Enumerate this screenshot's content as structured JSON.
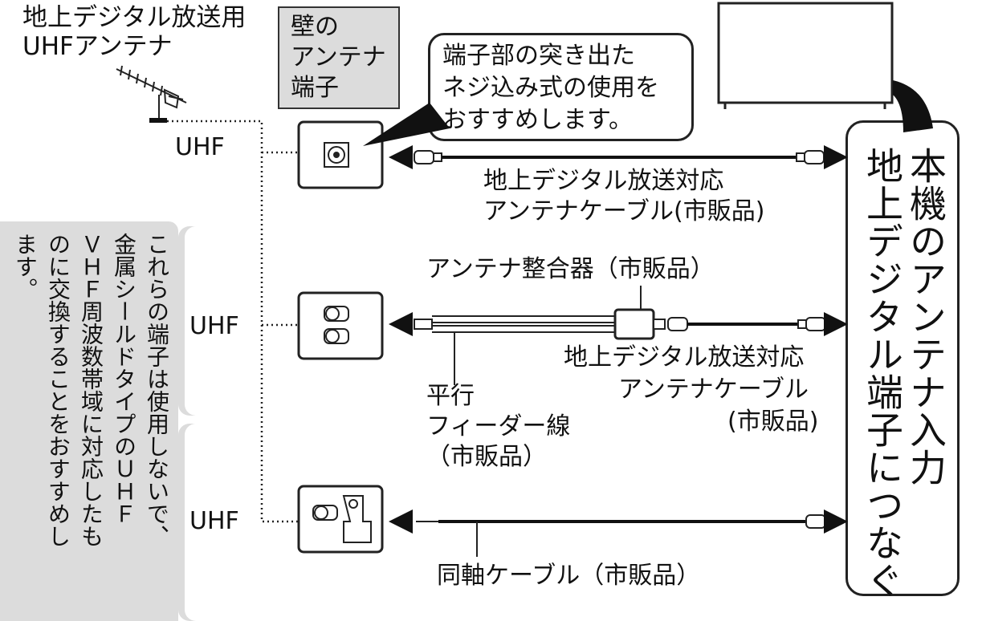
{
  "antenna": {
    "title_line1": "地上デジタル放送用",
    "title_line2": "UHFアンテナ",
    "uhf_label": "UHF"
  },
  "wall_terminal": {
    "line1": "壁の",
    "line2": "アンテナ",
    "line3": "端子"
  },
  "bubble": {
    "line1": "端子部の突き出た",
    "line2": "ネジ込み式の使用を",
    "line3": "おすすめします。"
  },
  "cable1": {
    "line1": "地上デジタル放送対応",
    "line2": "アンテナケーブル(市販品)"
  },
  "row2": {
    "uhf_label": "UHF",
    "matcher_label": "アンテナ整合器（市販品）",
    "feeder_line1": "平行",
    "feeder_line2": "フィーダー線",
    "feeder_line3": "（市販品）",
    "cable_line1": "地上デジタル放送対応",
    "cable_line2": "アンテナケーブル",
    "cable_line3": "(市販品)"
  },
  "row3": {
    "uhf_label": "UHF",
    "coax_label": "同軸ケーブル（市販品）"
  },
  "note": {
    "col1": "これらの端子は使用しないで、",
    "col2": "金属シールドタイプのＵＨＦ",
    "col3": "ＶＨＦ周波数帯域に対応したも",
    "col4": "のに交換することをおすすめし",
    "col5": "ます。"
  },
  "tv_input": {
    "col1": "本機のアンテナ入力",
    "col2": "地上デジタル端子につなぐ"
  }
}
